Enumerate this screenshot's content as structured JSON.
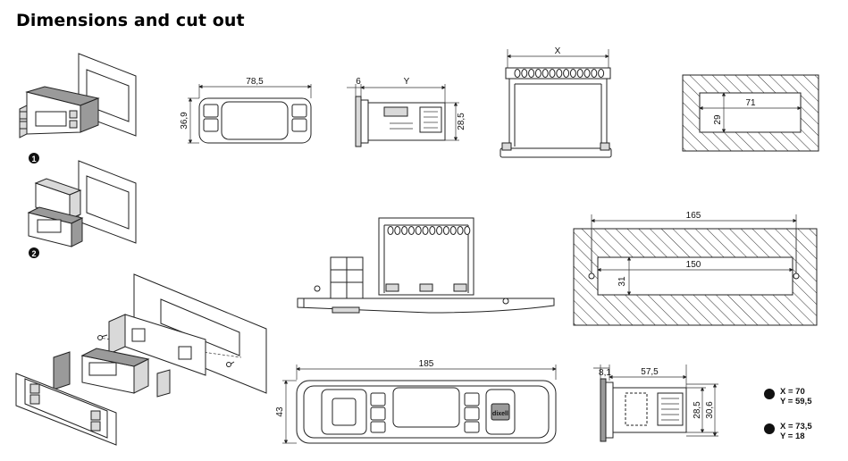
{
  "title": "Dimensions and cut out",
  "markers": [
    "1",
    "2"
  ],
  "dims": {
    "d78_5": "78,5",
    "d36_9": "36,9",
    "d6": "6",
    "dY": "Y",
    "d28_5a": "28,5",
    "dX": "X",
    "d71": "71",
    "d29": "29",
    "d165": "165",
    "d150": "150",
    "d31": "31",
    "d185": "185",
    "d43": "43",
    "d8_1": "8,1",
    "d57_5": "57,5",
    "d28_5b": "28,5",
    "d30_6": "30,6"
  },
  "legend": [
    {
      "marker": "1",
      "x": "X = 70",
      "y": "Y = 59,5"
    },
    {
      "marker": "2",
      "x": "X = 73,5",
      "y": "Y = 18"
    }
  ],
  "brand_mark": "dixell"
}
